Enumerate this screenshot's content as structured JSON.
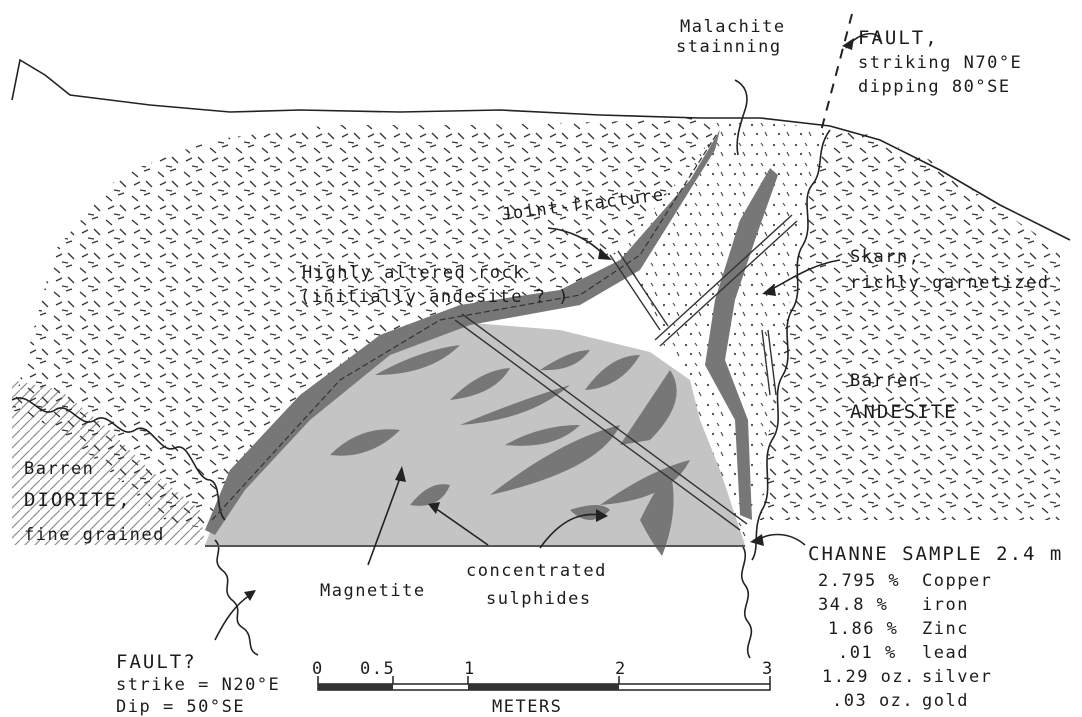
{
  "labels": {
    "malachite_1": "Malachite",
    "malachite_2": "stainning",
    "fault_ne_1": "FAULT,",
    "fault_ne_2": "striking N70°E",
    "fault_ne_3": "dipping 80°SE",
    "joint_fracture": "Joint-fracture",
    "altered_1": "Highly altered rock",
    "altered_2": "(initially andesite ? )",
    "skarn_1": "Skarn,",
    "skarn_2": "richly garnetized",
    "andesite_1": "Barren",
    "andesite_2": "ANDESITE",
    "diorite_1": "Barren",
    "diorite_2": "DIORITE,",
    "diorite_3": "fine grained",
    "magnetite": "Magnetite",
    "sulphides_1": "concentrated",
    "sulphides_2": "sulphides",
    "fault_sw_1": "FAULT?",
    "fault_sw_2": "strike = N20°E",
    "fault_sw_3": "Dip = 50°SE"
  },
  "channel_sample": {
    "title": "CHANNE SAMPLE 2.4 m",
    "assays": [
      {
        "value": "2.795 %",
        "element": "Copper"
      },
      {
        "value": "34.8 %",
        "element": "iron"
      },
      {
        "value": "1.86 %",
        "element": "Zinc"
      },
      {
        "value": ".01 %",
        "element": "lead"
      },
      {
        "value": "1.29 oz.",
        "element": "silver"
      },
      {
        "value": ".03 oz.",
        "element": "gold"
      }
    ]
  },
  "scale_bar": {
    "ticks": [
      "0",
      "0.5",
      "1",
      "2",
      "3"
    ],
    "unit": "METERS"
  }
}
